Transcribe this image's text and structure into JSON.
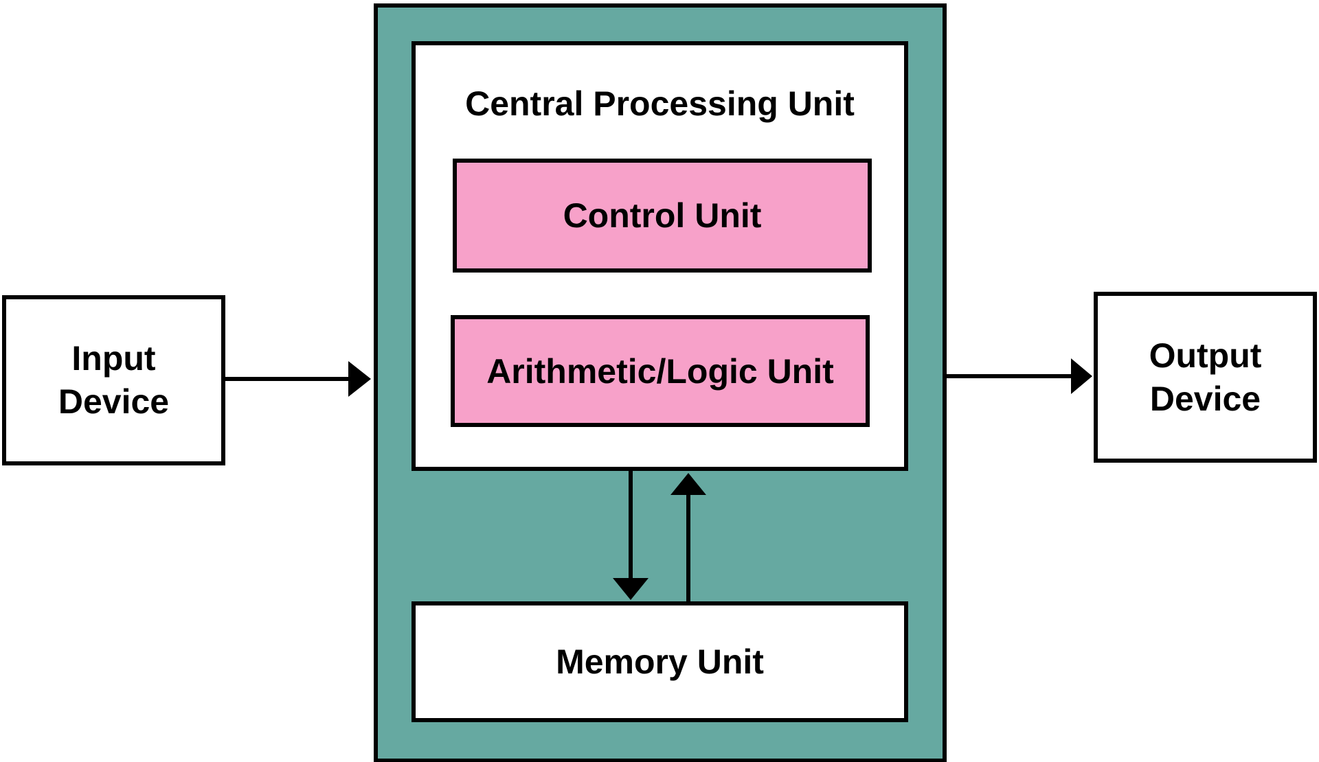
{
  "input_device": {
    "line1": "Input",
    "line2": "Device"
  },
  "output_device": {
    "line1": "Output",
    "line2": "Device"
  },
  "cpu": {
    "title": "Central Processing Unit"
  },
  "control_unit": {
    "label": "Control Unit"
  },
  "alu": {
    "label": "Arithmetic/Logic Unit"
  },
  "memory_unit": {
    "label": "Memory Unit"
  },
  "colors": {
    "computer_frame": "#66A9A1",
    "unit_fill": "#F7A1C9",
    "outline": "#000000",
    "box_fill": "#FFFFFF"
  }
}
